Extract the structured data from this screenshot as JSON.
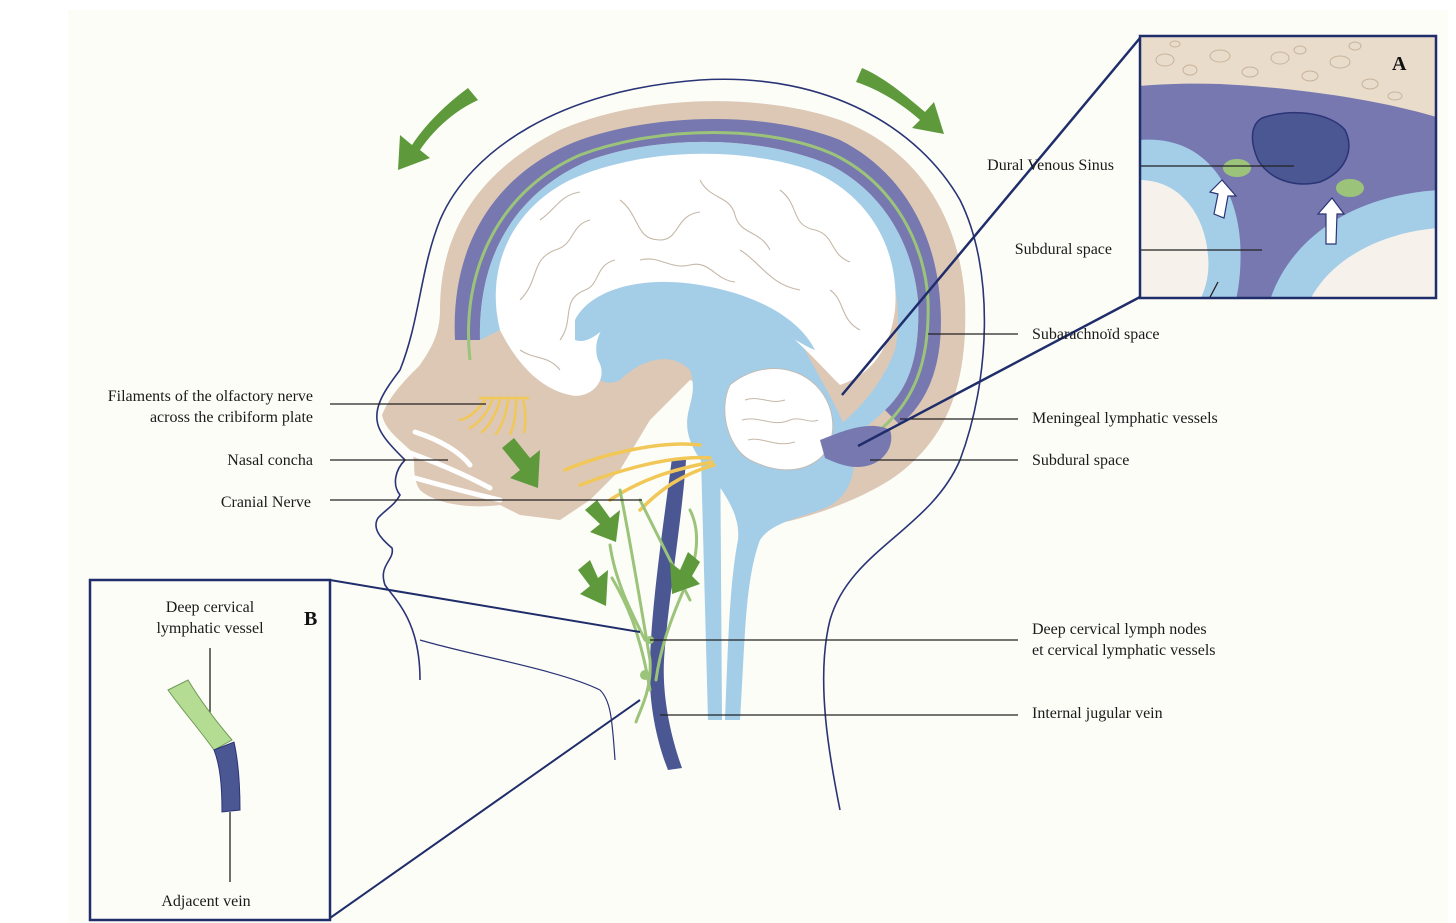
{
  "labels": {
    "olfactory_line1": "Filaments of the olfactory nerve",
    "olfactory_line2": "across the cribiform plate",
    "nasal_concha": "Nasal concha",
    "cranial_nerve": "Cranial Nerve",
    "subarachnoid_space": "Subarachnoïd space",
    "meningeal_lymphatic": "Meningeal lymphatic vessels",
    "subdural_space": "Subdural space",
    "deep_cervical_line1": "Deep cervical lymph nodes",
    "deep_cervical_line2": "et cervical lymphatic vessels",
    "internal_jugular": "Internal jugular vein"
  },
  "inset_a": {
    "letter": "A",
    "dural_venous_sinus": "Dural Venous Sinus",
    "subdural_space": "Subdural space"
  },
  "inset_b": {
    "letter": "B",
    "vessel_line1": "Deep cervical",
    "vessel_line2": "lymphatic vessel",
    "adjacent_vein": "Adjacent vein"
  },
  "colors": {
    "background_area": "#fdfdf8",
    "skin_tan": "#dcc8b5",
    "csf_blue": "#a4cde8",
    "dura_purple": "#7778b0",
    "sinus_navy": "#4a5792",
    "lymph_green": "#9bc47a",
    "arrow_green": "#5e9a3c",
    "nerve_yellow": "#f1c857",
    "brain_white": "#ffffff",
    "outline_navy": "#1f2d6b"
  }
}
